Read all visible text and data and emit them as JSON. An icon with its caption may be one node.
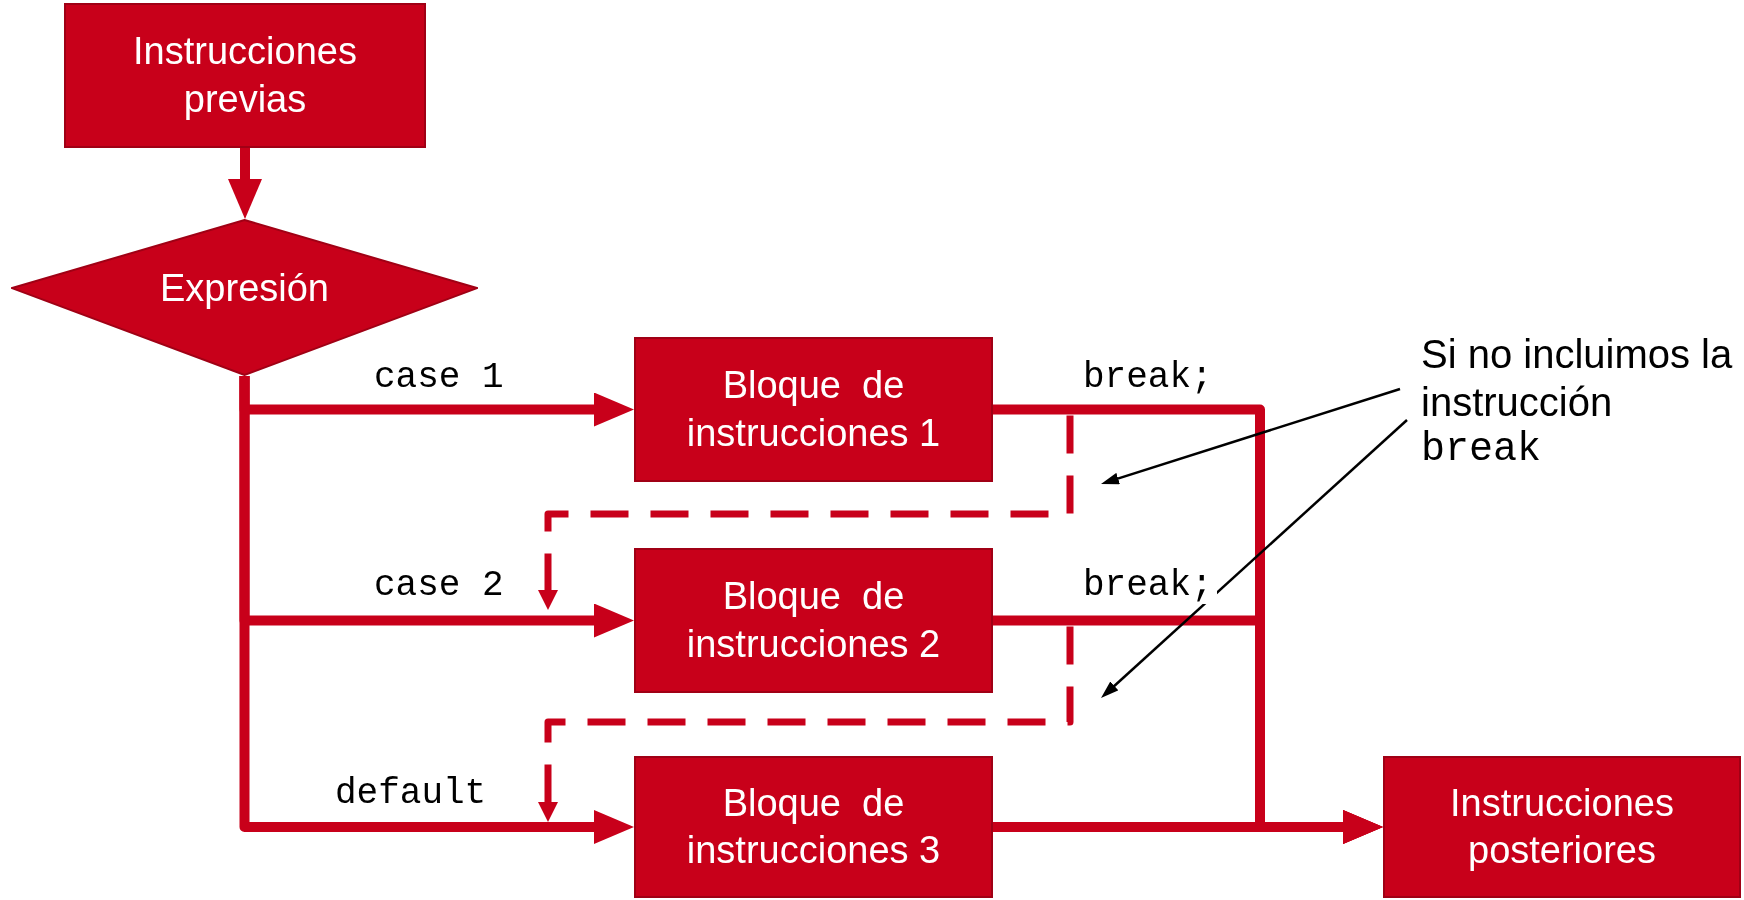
{
  "diagram": {
    "nodes": [
      {
        "text": [
          "Instrucciones previas"
        ]
      },
      {
        "text": [
          "Expresión"
        ]
      },
      {
        "text": [
          "Bloque  de instrucciones 1"
        ]
      },
      {
        "text": [
          "Bloque  de instrucciones 2"
        ]
      },
      {
        "text": [
          "Bloque  de instrucciones 3"
        ]
      },
      {
        "text": [
          "Instrucciones posteriores"
        ]
      },
      {
        "text": [
          "Si no incluimos la instrucción",
          "break"
        ]
      }
    ],
    "edges": [
      {
        "from": 0,
        "to": 1,
        "arrow": "to"
      },
      {
        "from": 1,
        "to": 2,
        "arrow": "to",
        "label": "case 1"
      },
      {
        "from": 1,
        "to": 3,
        "arrow": "to",
        "label": "case 2"
      },
      {
        "from": 1,
        "to": 4,
        "arrow": "to",
        "label": "default"
      },
      {
        "from": 2,
        "to": 5,
        "arrow": "to",
        "label": "break;"
      },
      {
        "from": 3,
        "to": 5,
        "arrow": "to",
        "label": "break;"
      },
      {
        "from": 4,
        "to": 5,
        "arrow": "to"
      },
      {
        "from": 2,
        "to": 3,
        "arrow": "to",
        "style": "dashed"
      },
      {
        "from": 3,
        "to": 4,
        "arrow": "to",
        "style": "dashed"
      },
      {
        "from": 6,
        "to": null,
        "arrow": "to",
        "color": "#000000"
      },
      {
        "from": 6,
        "to": null,
        "arrow": "to",
        "color": "#000000"
      }
    ]
  }
}
